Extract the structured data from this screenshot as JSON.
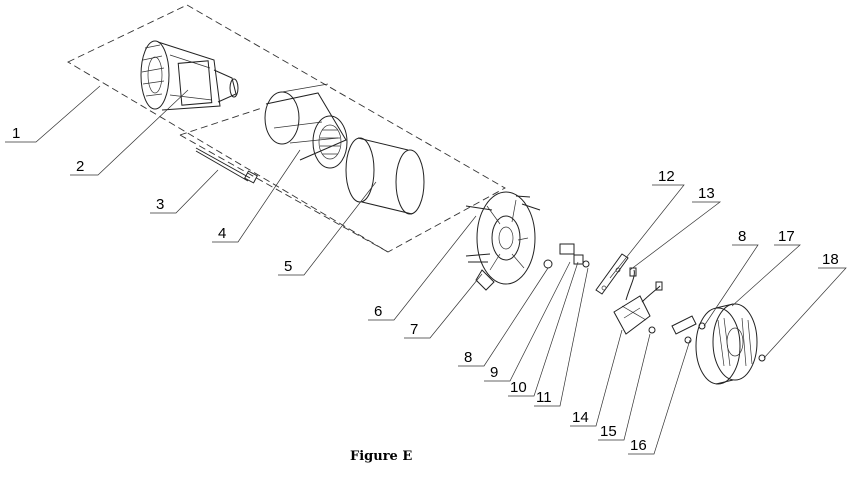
{
  "figure_caption": "Figure E",
  "callouts": [
    {
      "id": "1",
      "label": "1"
    },
    {
      "id": "2",
      "label": "2"
    },
    {
      "id": "3",
      "label": "3"
    },
    {
      "id": "4",
      "label": "4"
    },
    {
      "id": "5",
      "label": "5"
    },
    {
      "id": "6",
      "label": "6"
    },
    {
      "id": "7",
      "label": "7"
    },
    {
      "id": "8a",
      "label": "8"
    },
    {
      "id": "9",
      "label": "9"
    },
    {
      "id": "10",
      "label": "10"
    },
    {
      "id": "11",
      "label": "11"
    },
    {
      "id": "12",
      "label": "12"
    },
    {
      "id": "13",
      "label": "13"
    },
    {
      "id": "14",
      "label": "14"
    },
    {
      "id": "15",
      "label": "15"
    },
    {
      "id": "16",
      "label": "16"
    },
    {
      "id": "8b",
      "label": "8"
    },
    {
      "id": "17",
      "label": "17"
    },
    {
      "id": "18",
      "label": "18"
    }
  ]
}
